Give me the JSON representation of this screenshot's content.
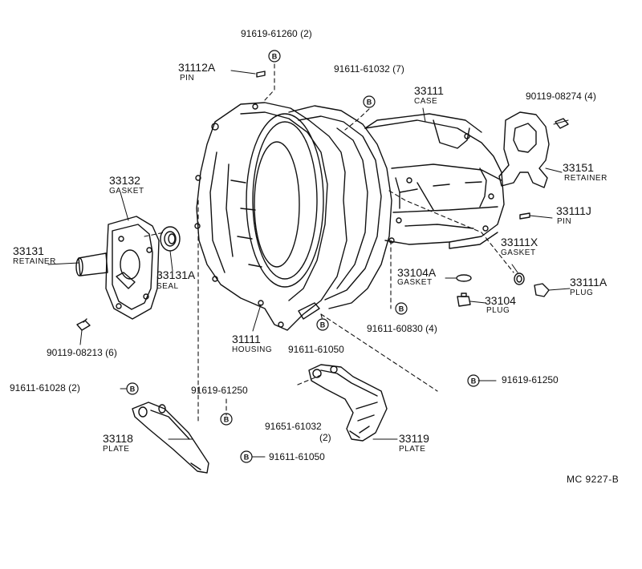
{
  "diagram_code": "MC 9227-B",
  "bolt_symbol": "B",
  "parts": {
    "p31111": {
      "number": "31111",
      "desc": "HOUSING"
    },
    "p33111": {
      "number": "33111",
      "desc": "CASE"
    },
    "p33132": {
      "number": "33132",
      "desc": "GASKET"
    },
    "p33131": {
      "number": "33131",
      "desc": "RETAINER"
    },
    "p33131a": {
      "number": "33131A",
      "desc": "SEAL"
    },
    "p31112a": {
      "number": "31112A",
      "desc": "PIN"
    },
    "p33151": {
      "number": "33151",
      "desc": "RETAINER"
    },
    "p33111j": {
      "number": "33111J",
      "desc": "PIN"
    },
    "p33111x": {
      "number": "33111X",
      "desc": "GASKET"
    },
    "p33104a": {
      "number": "33104A",
      "desc": "GASKET"
    },
    "p33104": {
      "number": "33104",
      "desc": "PLUG"
    },
    "p33111a": {
      "number": "33111A",
      "desc": "PLUG"
    },
    "p33118": {
      "number": "33118",
      "desc": "PLATE"
    },
    "p33119": {
      "number": "33119",
      "desc": "PLATE"
    }
  },
  "fasteners": {
    "f1": "91619-61260 (2)",
    "f2": "91611-61032 (7)",
    "f3": "90119-08274 (4)",
    "f4": "90119-08213 (6)",
    "f5": "91611-61050",
    "f6": "91611-60830 (4)",
    "f7": "91611-61028 (2)",
    "f8": "91619-61250",
    "f9": "91619-61250",
    "f10a": "91651-61032",
    "f10b": "(2)",
    "f11": "91611-61050"
  }
}
